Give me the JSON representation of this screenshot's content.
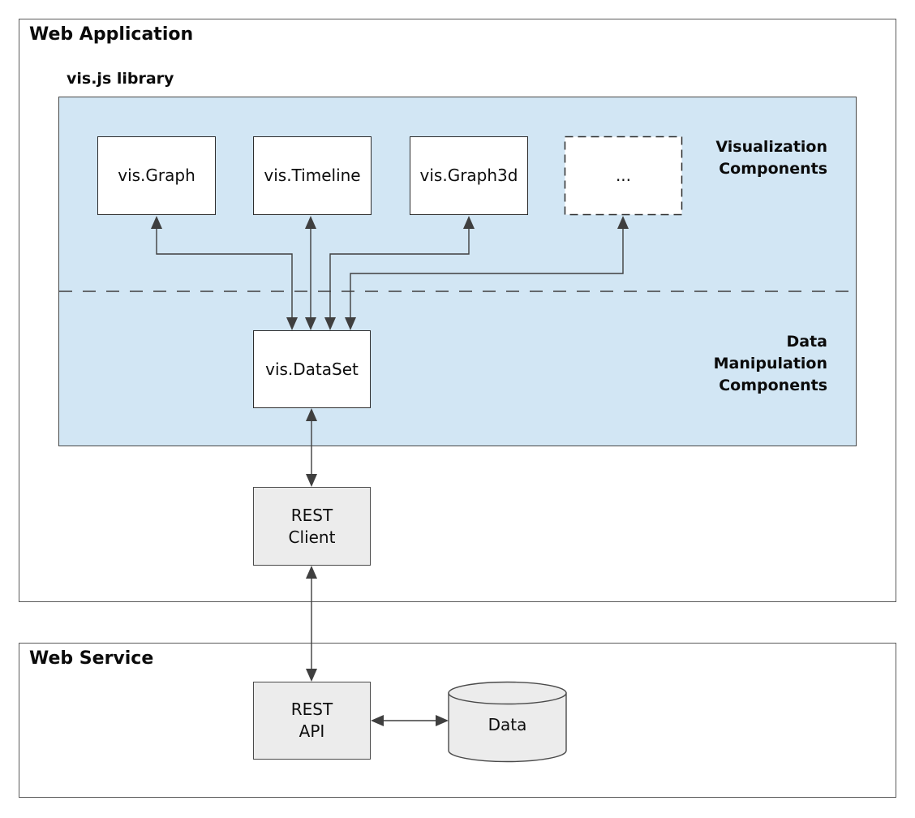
{
  "web_application": {
    "title": "Web Application",
    "library": {
      "title": "vis.js library",
      "section_labels": {
        "visualization": "Visualization\nComponents",
        "data_manipulation": "Data\nManipulation\nComponents"
      },
      "components": [
        {
          "label": "vis.Graph"
        },
        {
          "label": "vis.Timeline"
        },
        {
          "label": "vis.Graph3d"
        },
        {
          "label": "..."
        }
      ],
      "dataset": {
        "label": "vis.DataSet"
      }
    },
    "rest_client": {
      "label": "REST\nClient"
    }
  },
  "web_service": {
    "title": "Web Service",
    "rest_api": {
      "label": "REST\nAPI"
    },
    "data_store": {
      "label": "Data"
    }
  },
  "colors": {
    "library_background": "#d2e6f4",
    "component_fill": "#ffffff",
    "service_fill": "#ececec",
    "line_color": "#3f3f3f",
    "border_color": "#2d2d2d"
  }
}
